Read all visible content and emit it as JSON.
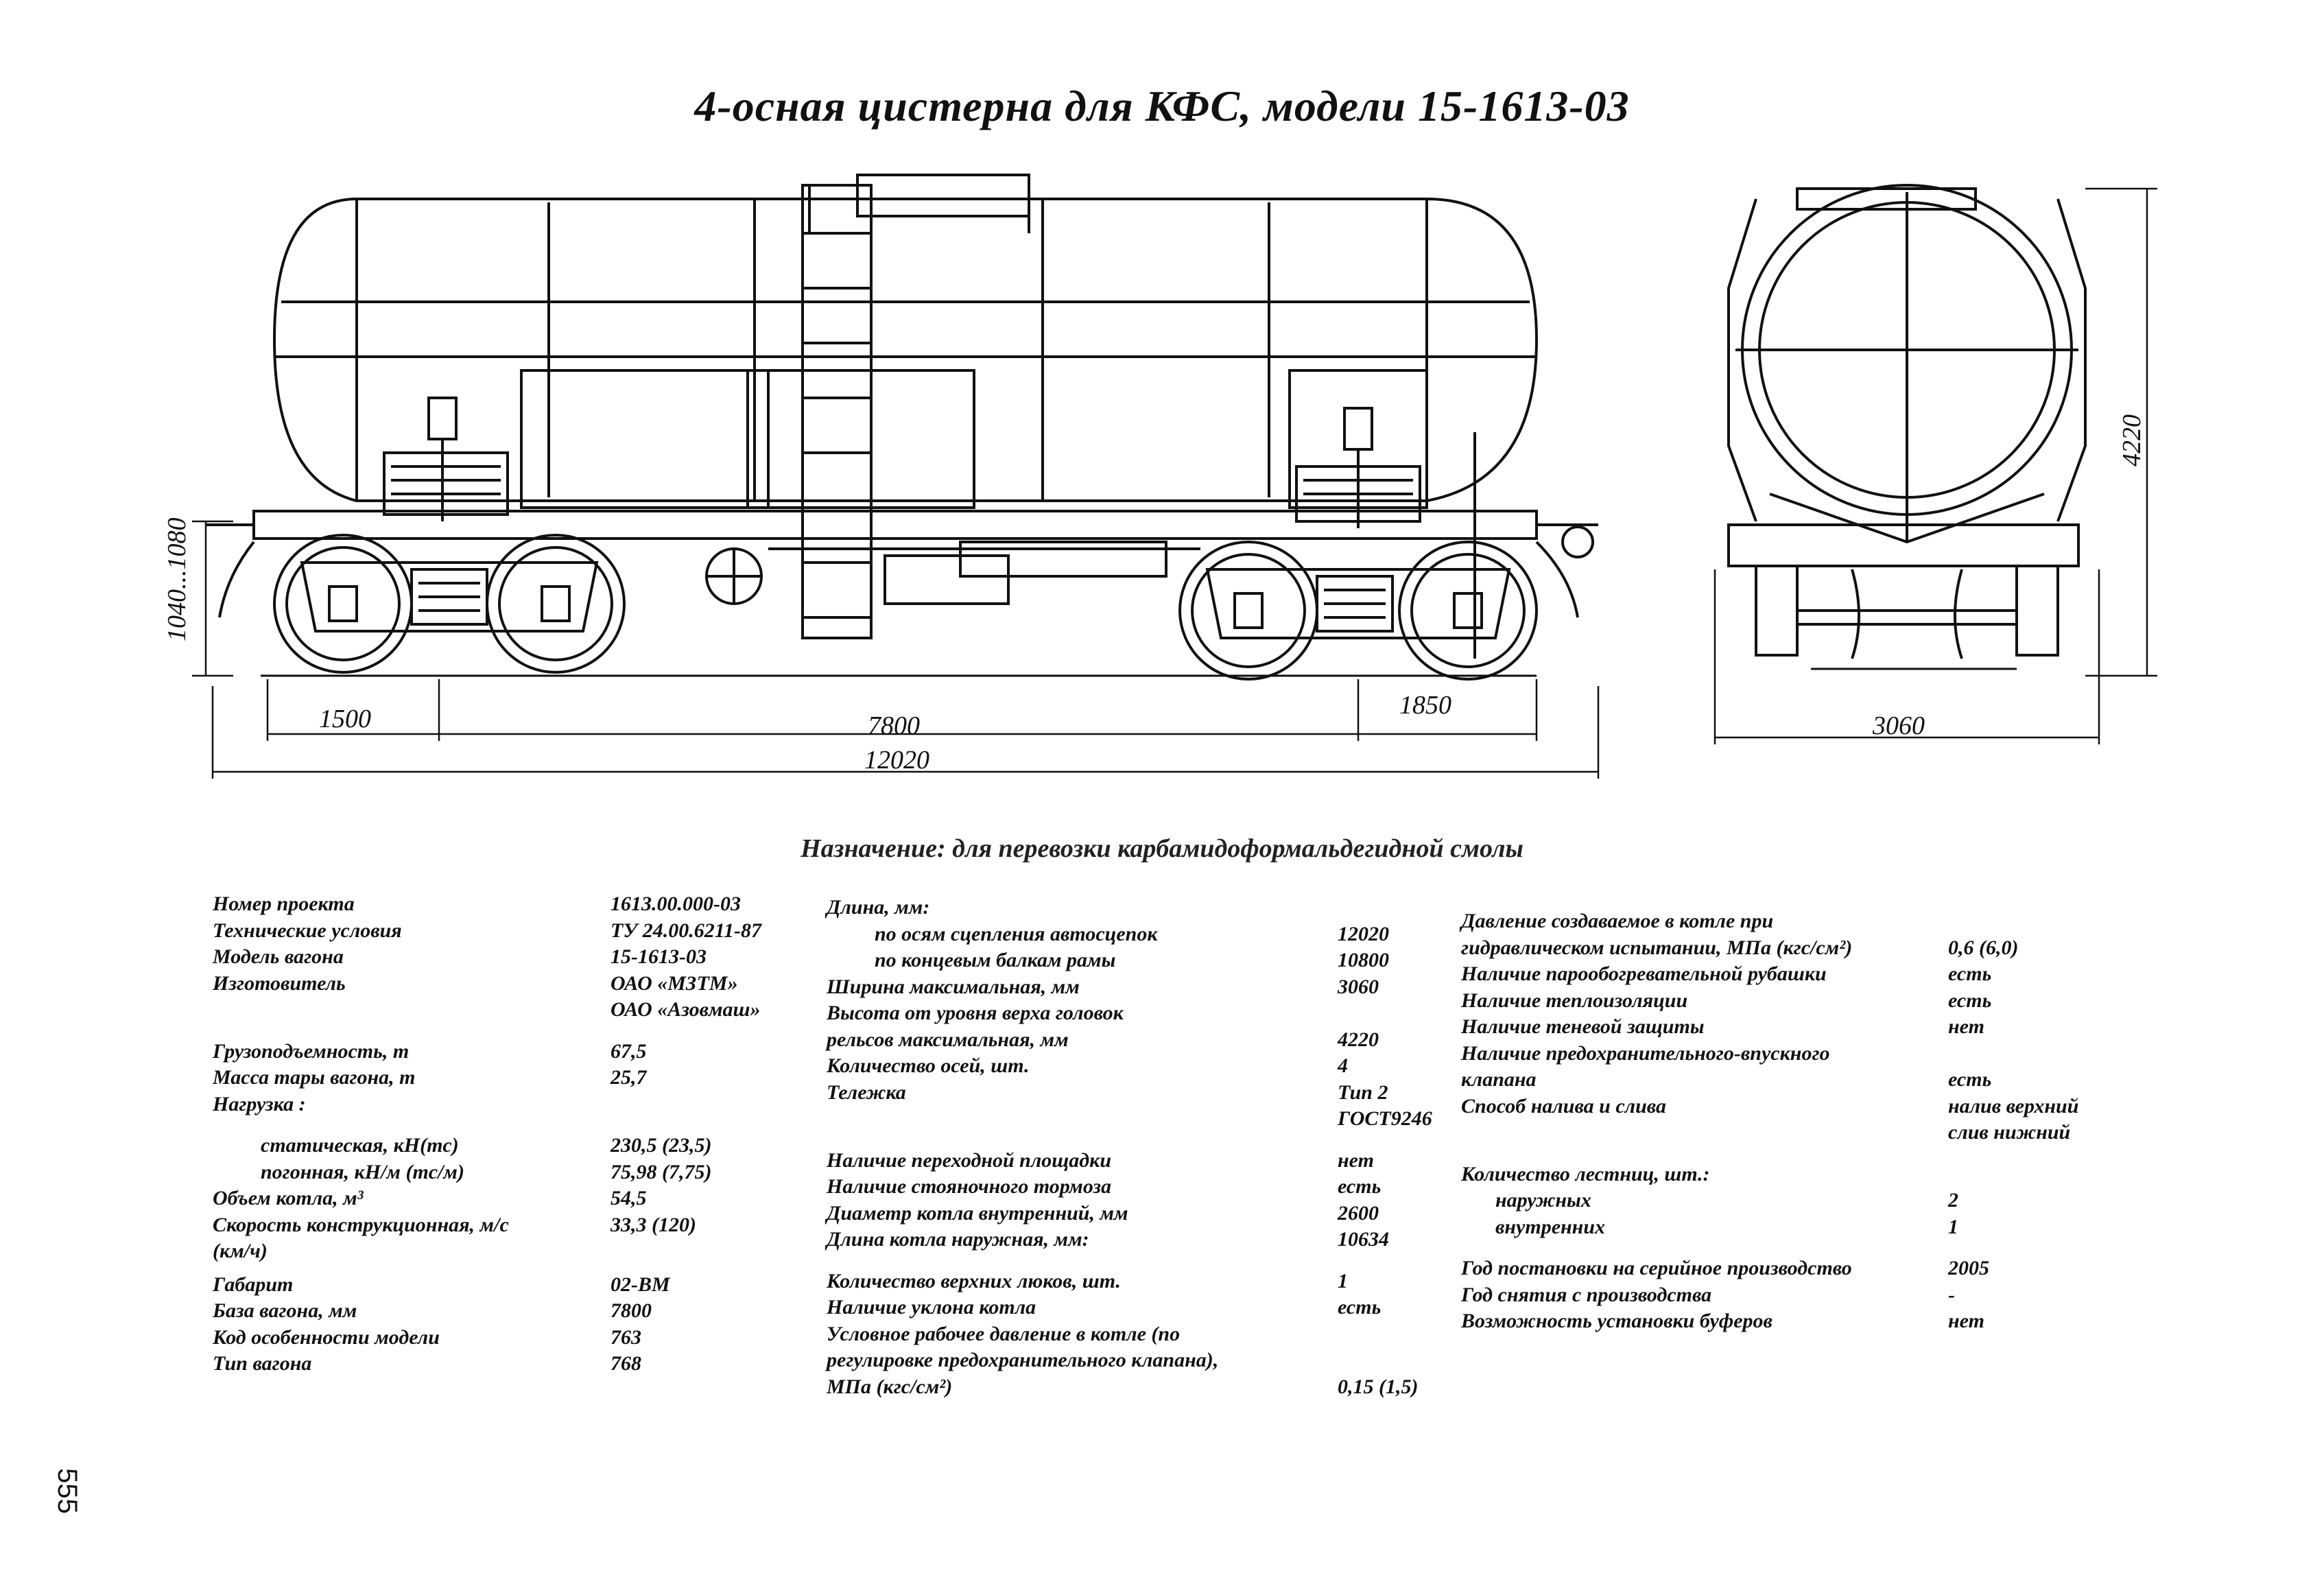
{
  "title": "4-осная цистерна для КФС, модели 15-1613-03",
  "dimensions": {
    "d1500": "1500",
    "d7800": "7800",
    "d1850": "1850",
    "d12020": "12020",
    "d1040": "1040...1080",
    "d4220": "4220",
    "d3060": "3060"
  },
  "purpose": "Назначение: для перевозки карбамидоформальдегидной смолы",
  "col1": [
    {
      "label": "Номер проекта",
      "value": "1613.00.000-03"
    },
    {
      "label": "Технические условия",
      "value": "ТУ 24.00.6211-87"
    },
    {
      "label": "Модель вагона",
      "value": "15-1613-03"
    },
    {
      "label": "Изготовитель",
      "value": "ОАО «МЗТМ»"
    },
    {
      "label": "",
      "value": "ОАО «Азовмаш»"
    },
    {
      "label": "Грузоподъемность, т",
      "value": "67,5"
    },
    {
      "label": "Масса тары вагона, т",
      "value": "25,7"
    },
    {
      "label": "Нагрузка :",
      "value": ""
    },
    {
      "label": "статическая, кН(тс)",
      "value": "230,5 (23,5)"
    },
    {
      "label": "погонная, кН/м (тс/м)",
      "value": "75,98 (7,75)"
    },
    {
      "label": "Объем котла, м³",
      "value": "54,5"
    },
    {
      "label": "Скорость конструкционная, м/с",
      "value": "33,3 (120)"
    },
    {
      "label": "(км/ч)",
      "value": ""
    },
    {
      "label": "Габарит",
      "value": "02-ВМ"
    },
    {
      "label": "База вагона, мм",
      "value": "7800"
    },
    {
      "label": "Код особенности модели",
      "value": "763"
    },
    {
      "label": "Тип вагона",
      "value": "768"
    }
  ],
  "col2": [
    {
      "label": "Длина, мм:",
      "value": ""
    },
    {
      "label": "по осям сцепления автосцепок",
      "value": "12020"
    },
    {
      "label": "по концевым балкам рамы",
      "value": "10800"
    },
    {
      "label": "Ширина максимальная, мм",
      "value": "3060"
    },
    {
      "label": "Высота от уровня верха головок",
      "value": ""
    },
    {
      "label": "рельсов максимальная, мм",
      "value": "4220"
    },
    {
      "label": "Количество осей, шт.",
      "value": "4"
    },
    {
      "label": "Тележка",
      "value": "Тип 2"
    },
    {
      "label": "",
      "value": "ГОСТ9246"
    },
    {
      "label": "Наличие переходной площадки",
      "value": "нет"
    },
    {
      "label": "Наличие стояночного тормоза",
      "value": "есть"
    },
    {
      "label": "Диаметр котла внутренний, мм",
      "value": "2600"
    },
    {
      "label": "Длина котла наружная, мм:",
      "value": "10634"
    },
    {
      "label": "Количество верхних люков, шт.",
      "value": "1"
    },
    {
      "label": "Наличие уклона котла",
      "value": "есть"
    },
    {
      "label": "Условное рабочее давление в котле (по",
      "value": ""
    },
    {
      "label": "регулировке предохранительного клапана),",
      "value": ""
    },
    {
      "label": "МПа (кгс/см²)",
      "value": "0,15 (1,5)"
    }
  ],
  "col3": [
    {
      "label": "Давление создаваемое в котле при",
      "value": ""
    },
    {
      "label": "гидравлическом испытании, МПа (кгс/см²)",
      "value": "0,6 (6,0)"
    },
    {
      "label": "Наличие парообогревательной рубашки",
      "value": "есть"
    },
    {
      "label": "Наличие теплоизоляции",
      "value": "есть"
    },
    {
      "label": "Наличие теневой защиты",
      "value": "нет"
    },
    {
      "label": "Наличие предохранительного-впускного",
      "value": ""
    },
    {
      "label": "клапана",
      "value": "есть"
    },
    {
      "label": "Способ налива и слива",
      "value": "налив верхний"
    },
    {
      "label": "",
      "value": "слив нижний"
    },
    {
      "label": "Количество лестниц, шт.:",
      "value": ""
    },
    {
      "label": "наружных",
      "value": "2"
    },
    {
      "label": "внутренних",
      "value": "1"
    },
    {
      "label": "Год постановки на серийное производство",
      "value": "2005"
    },
    {
      "label": "Год снятия с производства",
      "value": "-"
    },
    {
      "label": "Возможность установки буферов",
      "value": "нет"
    }
  ],
  "page_number": "555"
}
